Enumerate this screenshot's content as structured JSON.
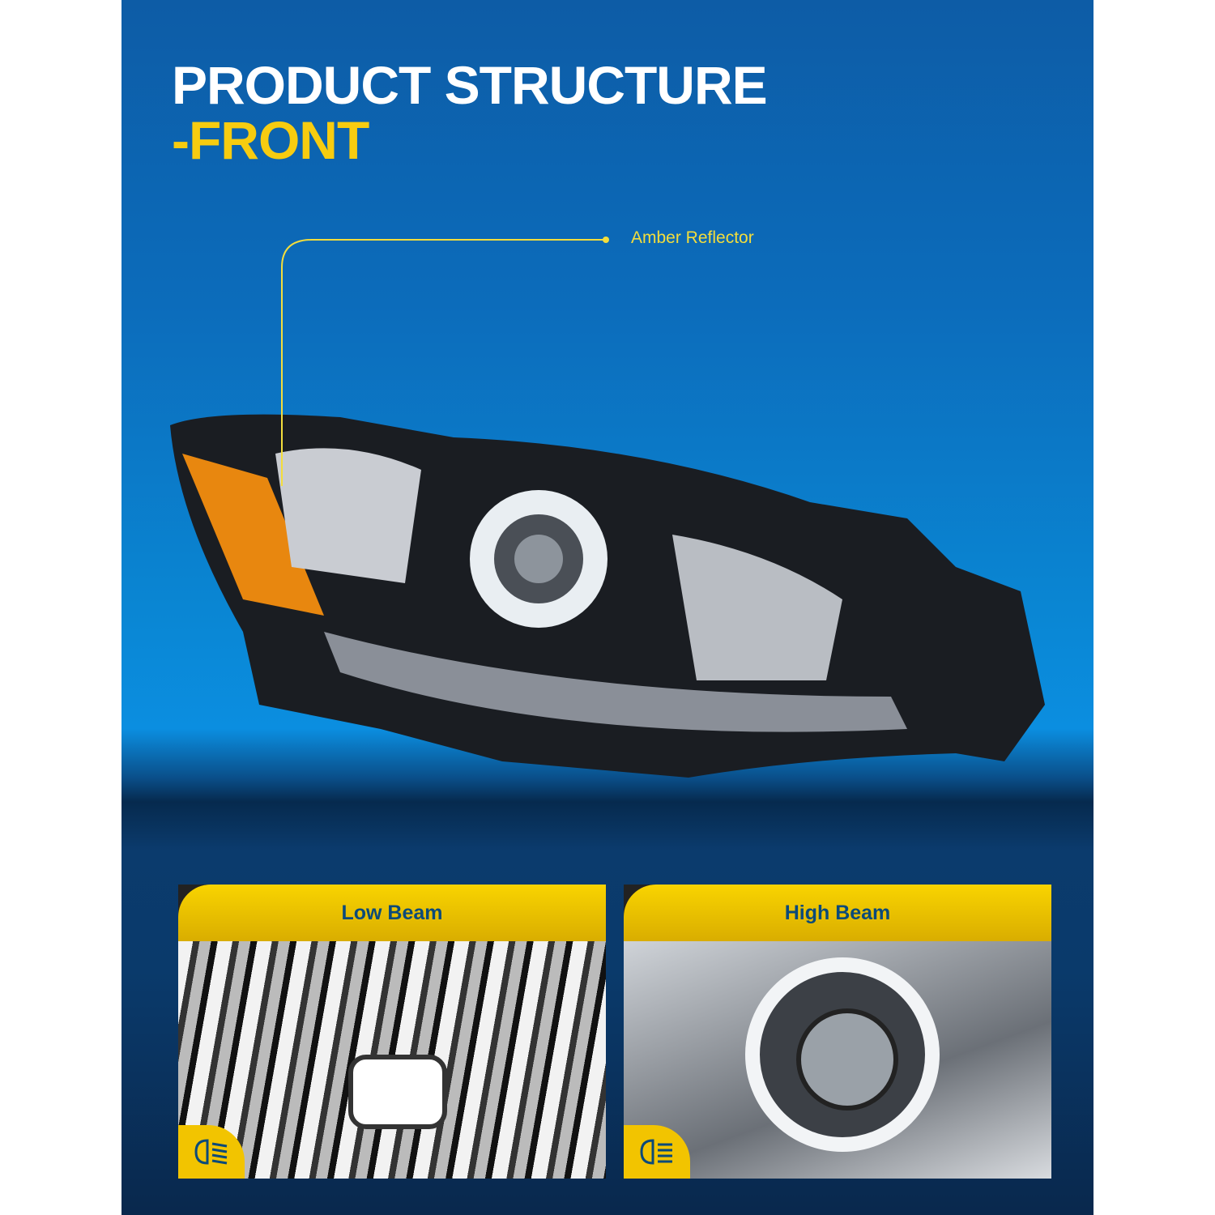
{
  "title": {
    "line1": "PRODUCT STRUCTURE",
    "line2": "-FRONT"
  },
  "callout": {
    "label": "Amber Reflector"
  },
  "cards": [
    {
      "label": "Low Beam",
      "icon": "low-beam-icon"
    },
    {
      "label": "High Beam",
      "icon": "high-beam-icon"
    }
  ],
  "colors": {
    "accent": "#f7cc10",
    "background": "#0b6cbb",
    "label_text": "#0b4a7a"
  }
}
